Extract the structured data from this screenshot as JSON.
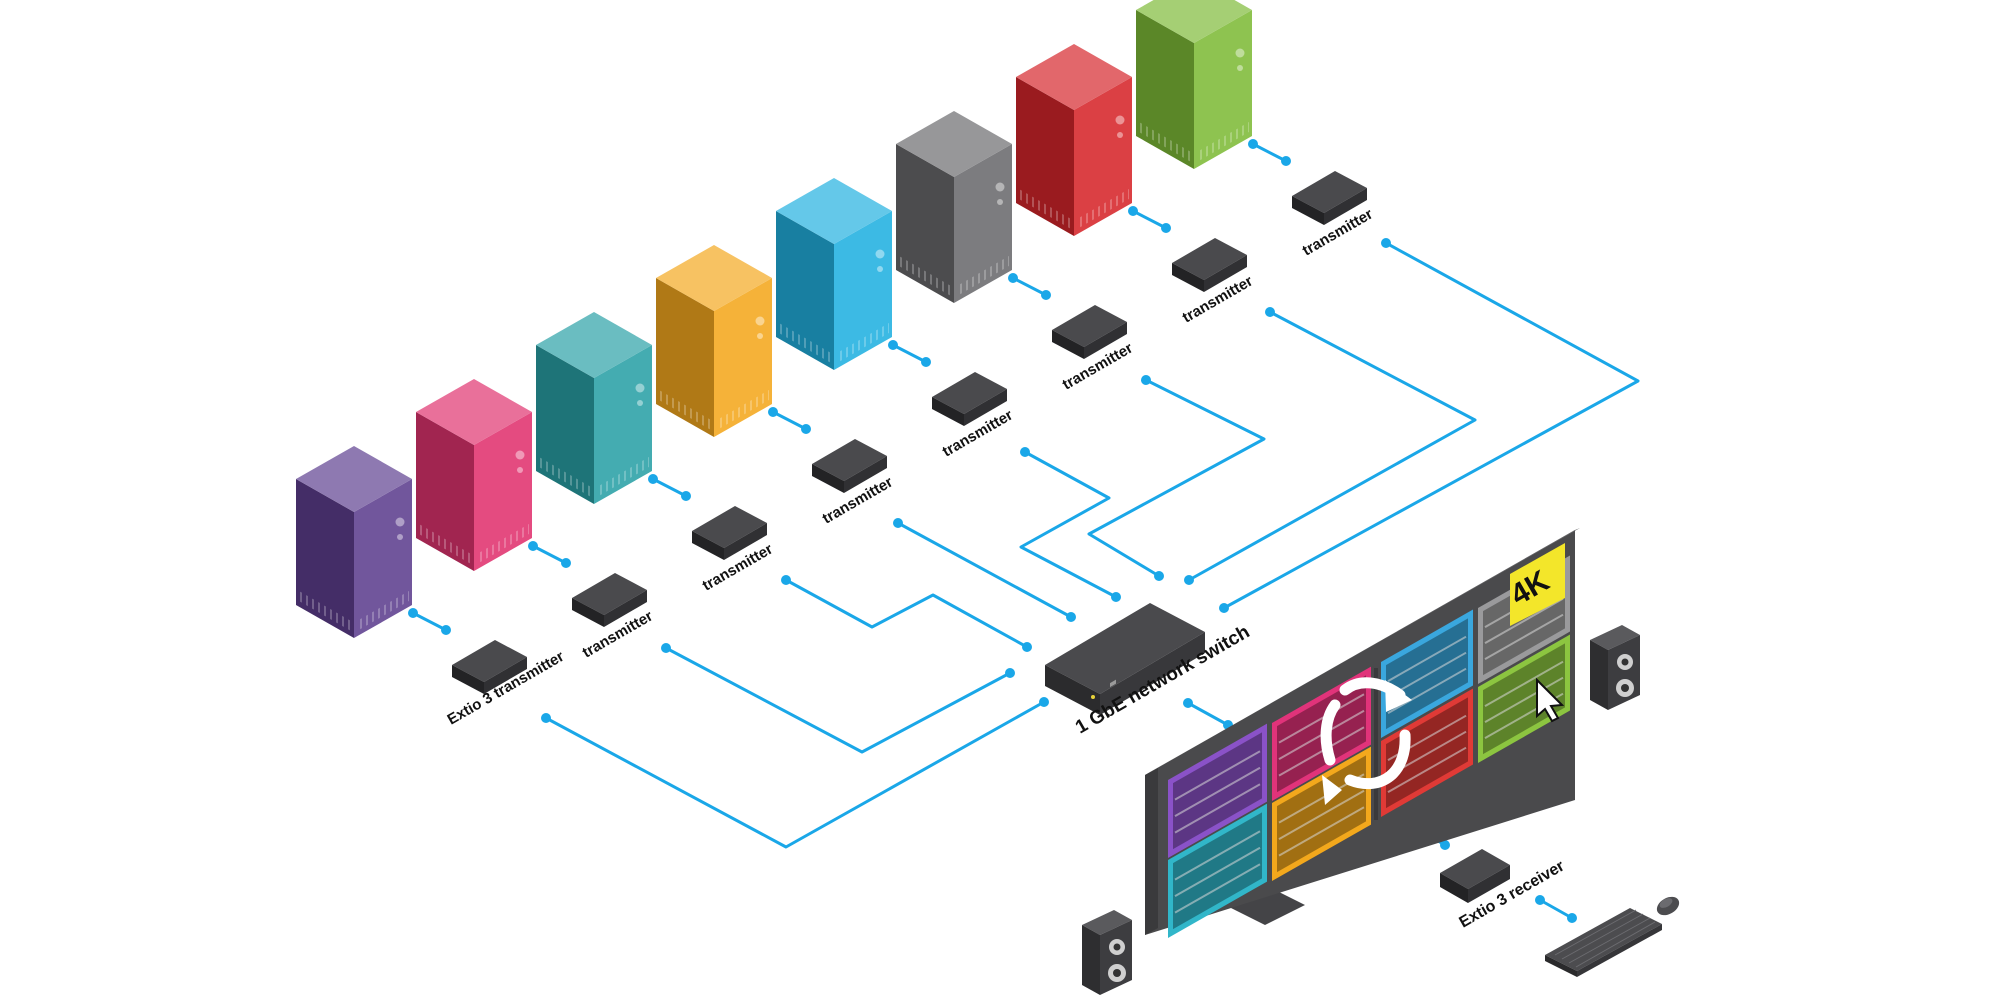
{
  "labels": {
    "first_transmitter": "Extio 3 transmitter",
    "transmitter": "transmitter",
    "switch": "1 GbE network switch",
    "receiver": "Extio 3 receiver",
    "badge_4k": "4K"
  },
  "colors": {
    "cable": "#1aa7e8",
    "device": "#2f2f31",
    "monitor_frame": "#4a4a4c",
    "badge": "#f3e62a",
    "computers": [
      "#5e3f8f",
      "#e0336f",
      "#2aa1a6",
      "#f4a81e",
      "#21b1e0",
      "#6a6a6d",
      "#d6262b",
      "#7fbb38"
    ],
    "tiles": [
      "#8a52c8",
      "#e1337a",
      "#31b6c9",
      "#f3a81c",
      "#3aa7de",
      "#e03a36",
      "#8cc540",
      "#f0e642"
    ]
  },
  "icons": [
    "computer-tower-icon",
    "transmitter-box-icon",
    "network-switch-icon",
    "monitor-icon",
    "speaker-icon",
    "keyboard-icon",
    "mouse-icon",
    "cursor-icon",
    "refresh-arrows-icon"
  ],
  "computers": [
    {
      "color": "#5e3f8f",
      "label": "Extio 3 transmitter"
    },
    {
      "color": "#e0336f",
      "label": "transmitter"
    },
    {
      "color": "#2aa1a6",
      "label": "transmitter"
    },
    {
      "color": "#f4a81e",
      "label": "transmitter"
    },
    {
      "color": "#21b1e0",
      "label": "transmitter"
    },
    {
      "color": "#6a6a6d",
      "label": "transmitter"
    },
    {
      "color": "#d6262b",
      "label": "transmitter"
    },
    {
      "color": "#7fbb38",
      "label": "transmitter"
    }
  ]
}
